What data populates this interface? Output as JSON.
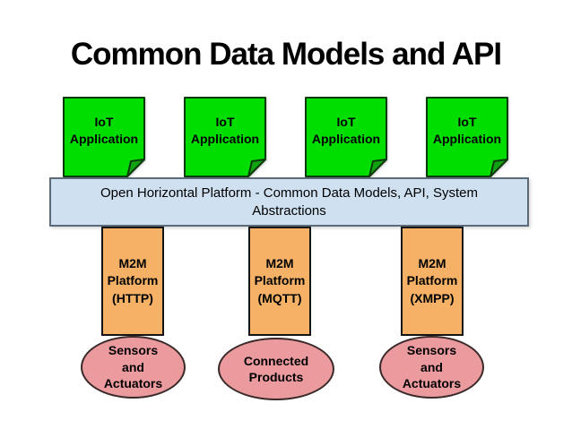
{
  "slide": {
    "title": "Common Data Models and API",
    "colors": {
      "note_green": "#00DE00",
      "note_fold_green": "#12A312",
      "note_border": "#0B3B0B",
      "node_border": "#141414",
      "bar_fill": "#CFE0F1",
      "bar_border": "#5B6B77",
      "m2m_orange": "#F5B266",
      "device_pink": "#EB9A9E",
      "device_border": "#3A2A2A"
    },
    "iot_applications": [
      {
        "label": "IoT Application"
      },
      {
        "label": "IoT Application"
      },
      {
        "label": "IoT Application"
      },
      {
        "label": "IoT Application"
      }
    ],
    "platform_bar": {
      "label": "Open Horizontal Platform - Common Data Models, API, System Abstractions"
    },
    "m2m_platforms": [
      {
        "label": "M2M Platform (HTTP)"
      },
      {
        "label": "M2M Platform (MQTT)"
      },
      {
        "label": "M2M Platform (XMPP)"
      }
    ],
    "devices": [
      {
        "label": "Sensors and Actuators"
      },
      {
        "label": "Connected Products"
      },
      {
        "label": "Sensors and Actuators"
      }
    ]
  }
}
